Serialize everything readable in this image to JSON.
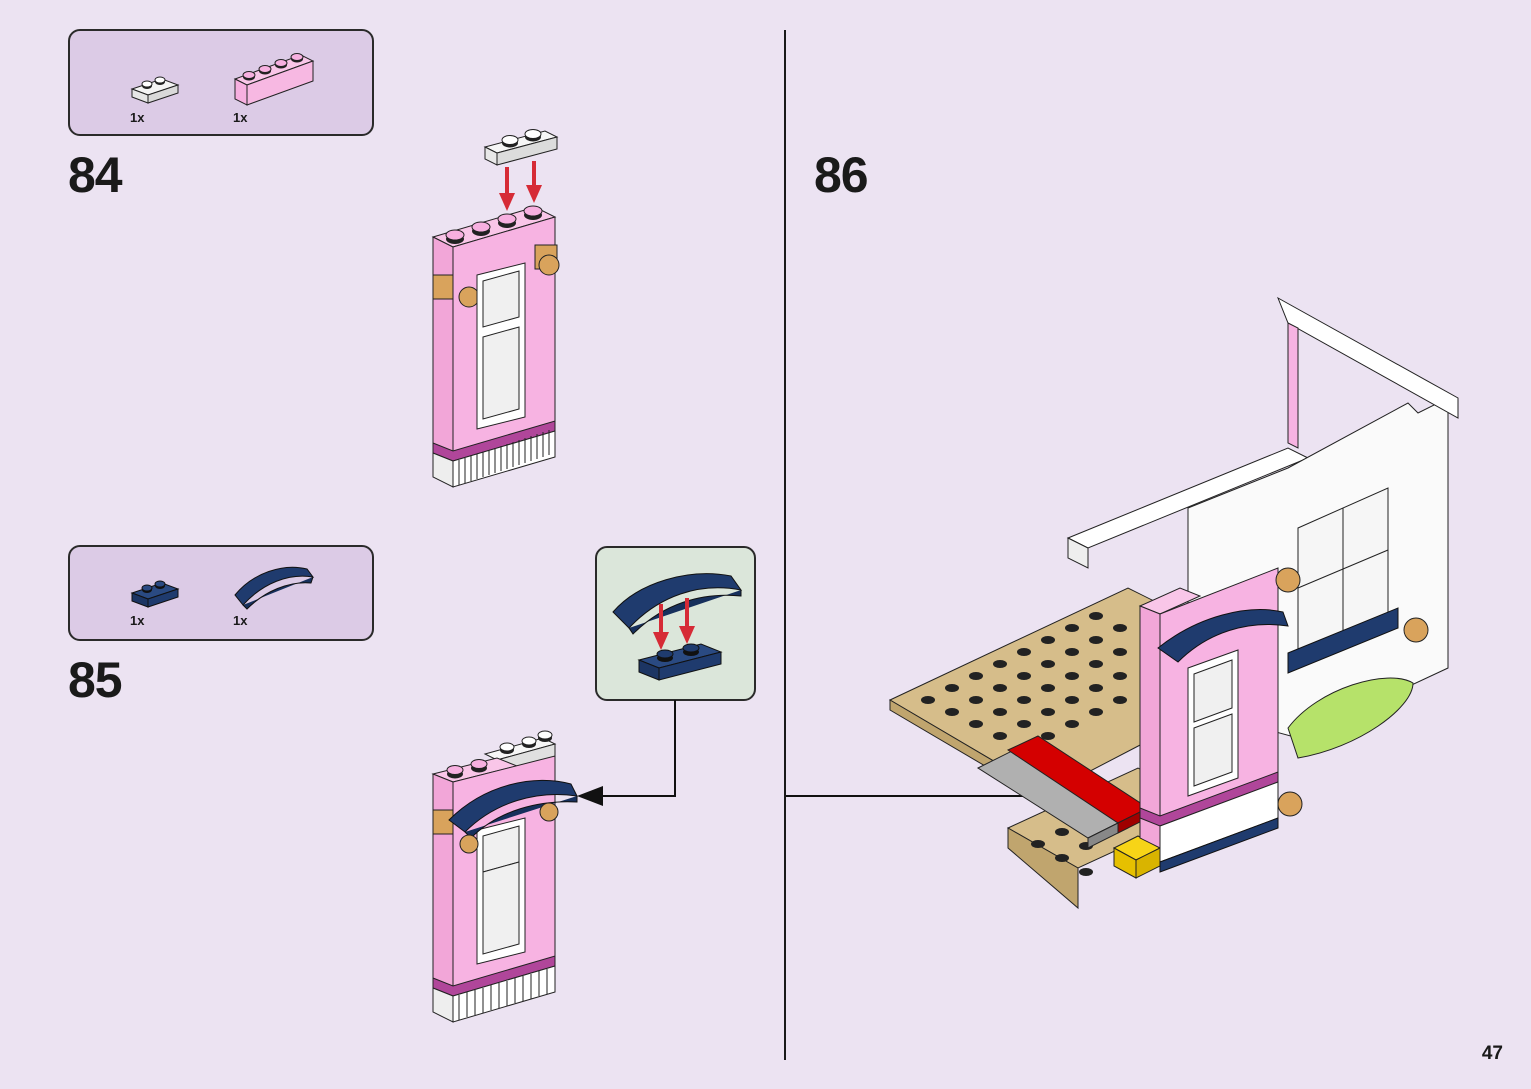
{
  "page": {
    "number": "47"
  },
  "steps": [
    {
      "number": "84",
      "parts": [
        {
          "name": "white 1x2 plate",
          "color": "#f4f4f4",
          "qty": "1x"
        },
        {
          "name": "pink 1x4 brick",
          "color": "#f7b8e0",
          "qty": "1x"
        }
      ]
    },
    {
      "number": "85",
      "parts": [
        {
          "name": "dark blue 1x2 plate",
          "color": "#1f3b6e",
          "qty": "1x"
        },
        {
          "name": "dark blue curved slope",
          "color": "#1f3b6e",
          "qty": "1x"
        }
      ]
    },
    {
      "number": "86"
    }
  ],
  "colors": {
    "background": "#ece3f2",
    "parts_box": "#dccbe6",
    "callout": "#dbe6da",
    "arrow_red": "#d62b36",
    "pink": "#f7b0e0",
    "dark_pink": "#b0469a",
    "tan": "#d6bd8a",
    "dark_blue": "#1f3b6e",
    "lime": "#b6e26a",
    "red": "#d40000",
    "gray": "#a0a0a0",
    "yellow": "#f7d417",
    "orange_tan": "#d9a35c"
  }
}
